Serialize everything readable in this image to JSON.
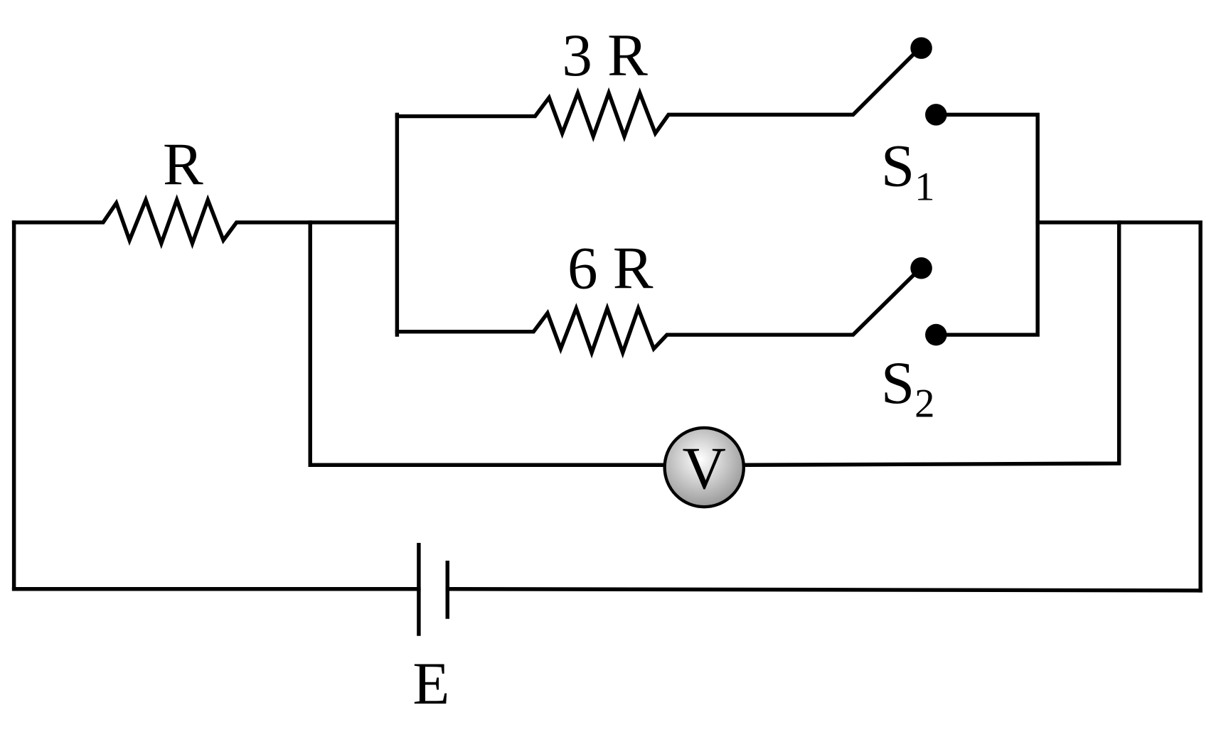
{
  "labels": {
    "r_main": "R",
    "r_top": "3 R",
    "r_bottom": "6 R",
    "switch1": "S",
    "switch1_sub": "1",
    "switch2": "S",
    "switch2_sub": "2",
    "voltmeter": "V",
    "battery": "E"
  },
  "colors": {
    "wire": "#000000",
    "voltmeter_fill": "#b0b0b0"
  }
}
